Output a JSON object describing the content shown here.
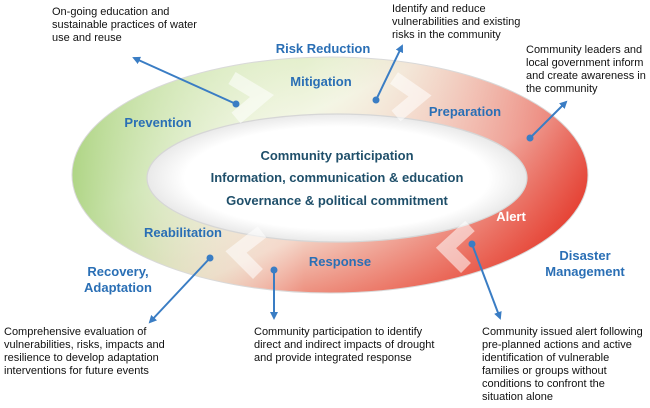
{
  "colors": {
    "ring_green": "#b9dc8f",
    "ring_light": "#f1f5e0",
    "ring_red": "#e53529",
    "phase_blue": "#2a6fb5",
    "center_text": "#1f4f6a",
    "arrow_blue": "#3a7dc4"
  },
  "labels": {
    "risk_reduction": "Risk Reduction",
    "mitigation": "Mitigation",
    "preparation": "Preparation",
    "prevention": "Prevention",
    "alert": "Alert",
    "reabilitation": "Reabilitation",
    "response": "Response",
    "recovery_line1": "Recovery,",
    "recovery_line2": "Adaptation",
    "disaster_line1": "Disaster",
    "disaster_line2": "Management"
  },
  "center": {
    "line1": "Community participation",
    "line2": "Information, communication & education",
    "line3": "Governance & political commitment"
  },
  "notes": {
    "prevention": "On-going education and sustainable practices of water use and reuse",
    "mitigation": "Identify and reduce vulnerabilities and existing risks in the community",
    "preparation": "Community leaders and local government inform and create awareness in the community",
    "reabilitation": "Comprehensive evaluation of vulnerabilities, risks, impacts and resilience to develop adaptation interventions for future events",
    "response": "Community participation to identify direct and indirect impacts of drought and provide integrated response",
    "alert": "Community issued alert following pre-planned actions and active identification of vulnerable families or groups without conditions to confront the situation alone"
  }
}
